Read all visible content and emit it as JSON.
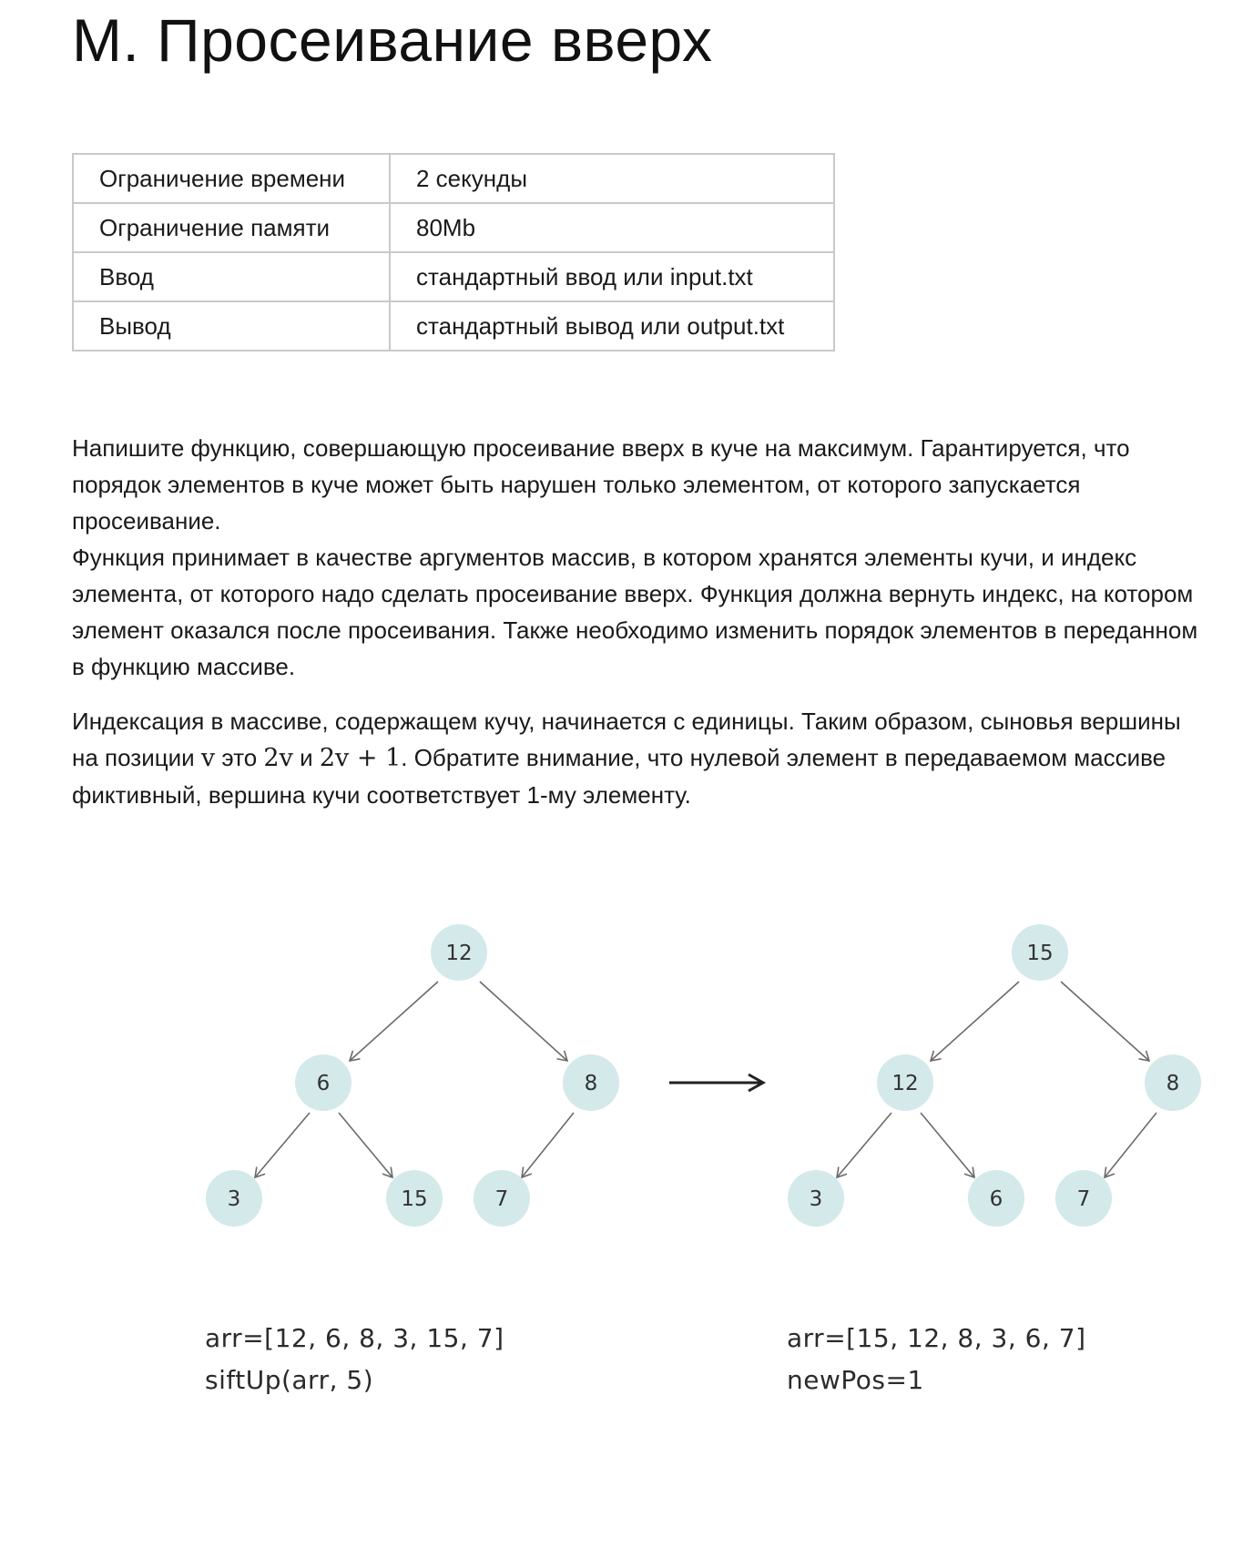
{
  "problem": {
    "title": "M. Просеивание вверх"
  },
  "limits": [
    {
      "key": "Ограничение времени",
      "value": "2 секунды"
    },
    {
      "key": "Ограничение памяти",
      "value": "80Mb"
    },
    {
      "key": "Ввод",
      "value": "стандартный ввод или input.txt"
    },
    {
      "key": "Вывод",
      "value": "стандартный вывод или output.txt"
    }
  ],
  "statement": {
    "p1": "Напишите функцию, совершающую просеивание вверх в куче на максимум. Гарантируется, что порядок элементов в куче может быть нарушен только элементом, от которого запускается просеивание.",
    "p2": "Функция принимает в качестве аргументов массив, в котором хранятся элементы кучи, и индекс элемента, от которого надо сделать просеивание вверх. Функция должна вернуть индекс, на котором элемент оказался после просеивания. Также необходимо изменить порядок элементов в переданном в функцию массиве.",
    "p3_a": "Индексация в массиве, содержащем кучу, начинается с единицы. Таким образом, сыновья вершины на позиции",
    "p3_v": "v",
    "p3_b": "это",
    "p3_m1": "2v",
    "p3_c": "и",
    "p3_m2": "2v + 1",
    "p3_d": ". Обратите внимание, что нулевой элемент в передаваемом массиве фиктивный, вершина кучи соответствует 1-му элементу."
  },
  "figure": {
    "node_color": "#d3e9ea",
    "edge_color": "#6b6b6b",
    "before": {
      "nodes": [
        "12",
        "6",
        "8",
        "3",
        "15",
        "7"
      ],
      "code": [
        "arr=[12, 6, 8, 3, 15, 7]",
        "siftUp(arr, 5)"
      ]
    },
    "after": {
      "nodes": [
        "15",
        "12",
        "8",
        "3",
        "6",
        "7"
      ],
      "code": [
        "arr=[15, 12, 8, 3, 6, 7]",
        "newPos=1"
      ]
    }
  }
}
